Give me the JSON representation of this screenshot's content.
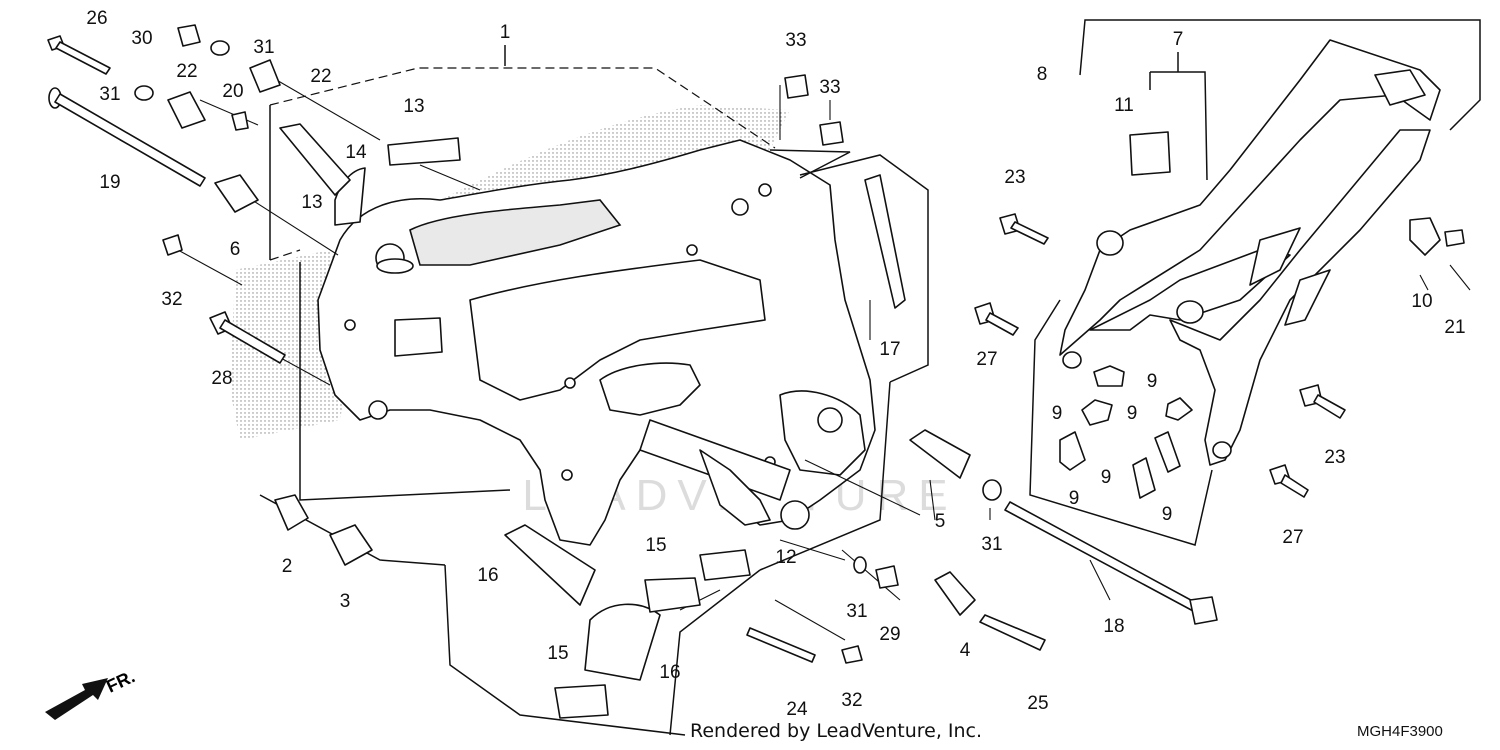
{
  "diagram": {
    "callouts": [
      {
        "id": "c1",
        "text": "1"
      },
      {
        "id": "c2",
        "text": "2"
      },
      {
        "id": "c3",
        "text": "3"
      },
      {
        "id": "c4",
        "text": "4"
      },
      {
        "id": "c5",
        "text": "5"
      },
      {
        "id": "c6",
        "text": "6"
      },
      {
        "id": "c7",
        "text": "7"
      },
      {
        "id": "c8",
        "text": "8"
      },
      {
        "id": "c9a",
        "text": "9"
      },
      {
        "id": "c9b",
        "text": "9"
      },
      {
        "id": "c9c",
        "text": "9"
      },
      {
        "id": "c9d",
        "text": "9"
      },
      {
        "id": "c9e",
        "text": "9"
      },
      {
        "id": "c9f",
        "text": "9"
      },
      {
        "id": "c10",
        "text": "10"
      },
      {
        "id": "c11",
        "text": "11"
      },
      {
        "id": "c12",
        "text": "12"
      },
      {
        "id": "c13a",
        "text": "13"
      },
      {
        "id": "c13b",
        "text": "13"
      },
      {
        "id": "c14",
        "text": "14"
      },
      {
        "id": "c15a",
        "text": "15"
      },
      {
        "id": "c15b",
        "text": "15"
      },
      {
        "id": "c16a",
        "text": "16"
      },
      {
        "id": "c16b",
        "text": "16"
      },
      {
        "id": "c17",
        "text": "17"
      },
      {
        "id": "c18",
        "text": "18"
      },
      {
        "id": "c19",
        "text": "19"
      },
      {
        "id": "c20",
        "text": "20"
      },
      {
        "id": "c21",
        "text": "21"
      },
      {
        "id": "c22a",
        "text": "22"
      },
      {
        "id": "c22b",
        "text": "22"
      },
      {
        "id": "c23a",
        "text": "23"
      },
      {
        "id": "c23b",
        "text": "23"
      },
      {
        "id": "c24",
        "text": "24"
      },
      {
        "id": "c25",
        "text": "25"
      },
      {
        "id": "c26",
        "text": "26"
      },
      {
        "id": "c27a",
        "text": "27"
      },
      {
        "id": "c27b",
        "text": "27"
      },
      {
        "id": "c28",
        "text": "28"
      },
      {
        "id": "c29",
        "text": "29"
      },
      {
        "id": "c30",
        "text": "30"
      },
      {
        "id": "c31a",
        "text": "31"
      },
      {
        "id": "c31b",
        "text": "31"
      },
      {
        "id": "c31c",
        "text": "31"
      },
      {
        "id": "c31d",
        "text": "31"
      },
      {
        "id": "c32a",
        "text": "32"
      },
      {
        "id": "c32b",
        "text": "32"
      },
      {
        "id": "c33a",
        "text": "33"
      },
      {
        "id": "c33b",
        "text": "33"
      }
    ],
    "front_label": "FR.",
    "watermark": "LEADVENTURE"
  },
  "footer": {
    "rendered_by": "Rendered by LeadVenture, Inc.",
    "diagram_code": "MGH4F3900"
  }
}
